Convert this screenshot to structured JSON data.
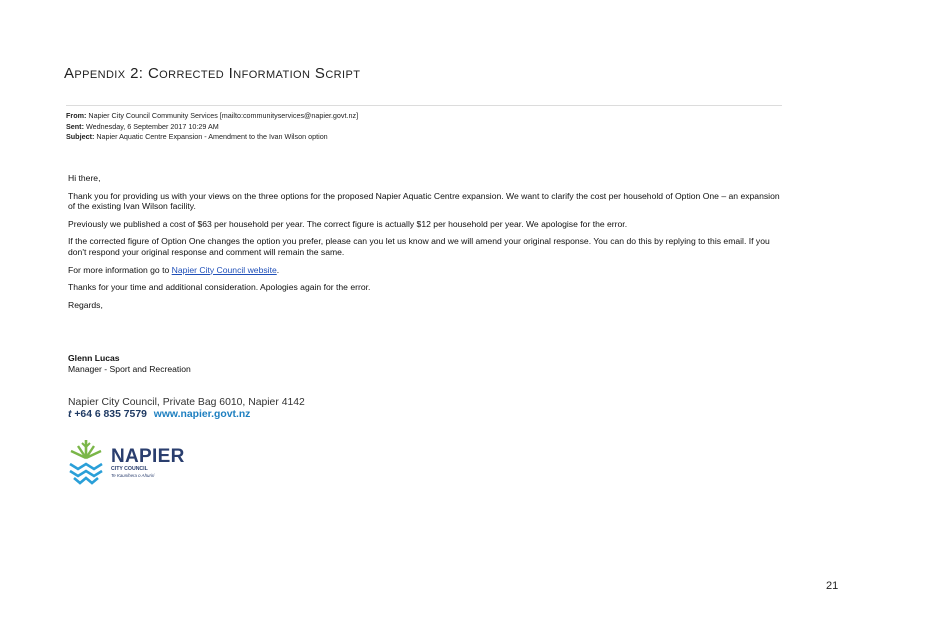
{
  "heading": "Appendix 2: Corrected Information Script",
  "email": {
    "from_label": "From:",
    "from_value": "Napier City Council Community Services [mailto:communityservices@napier.govt.nz]",
    "sent_label": "Sent:",
    "sent_value": "Wednesday, 6 September 2017 10:29 AM",
    "subject_label": "Subject:",
    "subject_value": "Napier Aquatic Centre Expansion - Amendment to the Ivan Wilson option"
  },
  "body": {
    "greeting": "Hi there,",
    "p1": "Thank you for providing us with your views on the three options for the proposed Napier Aquatic Centre expansion. We want to clarify the cost per household of Option One – an expansion of the existing Ivan Wilson facility.",
    "p2": "Previously we published a cost of $63 per household per year. The correct figure is actually $12 per household per year. We apologise for the error.",
    "p3": "If the corrected figure of Option One changes the option you prefer, please can you let us know and we will amend your original response. You can do this by replying to this email. If you don't respond your original response and comment will remain the same.",
    "p4_prefix": "For more information go to ",
    "p4_link": "Napier City Council website",
    "p4_suffix": ".",
    "p5": "Thanks for your time and additional consideration. Apologies again for the error.",
    "closing": "Regards,"
  },
  "signature": {
    "name": "Glenn Lucas",
    "title": "Manager - Sport and Recreation"
  },
  "contact": {
    "address": "Napier City Council, Private Bag 6010, Napier 4142",
    "phone_prefix": "t",
    "phone": " +64 6 835 7579",
    "website": "www.napier.govt.nz"
  },
  "logo": {
    "name": "NAPIER",
    "sub": "CITY COUNCIL",
    "tagline": "Te Kaunihera o Ahuriri",
    "colors": {
      "navy": "#2a3e6e",
      "green": "#7ab648",
      "blue": "#2a9fd8"
    }
  },
  "page_number": "21"
}
